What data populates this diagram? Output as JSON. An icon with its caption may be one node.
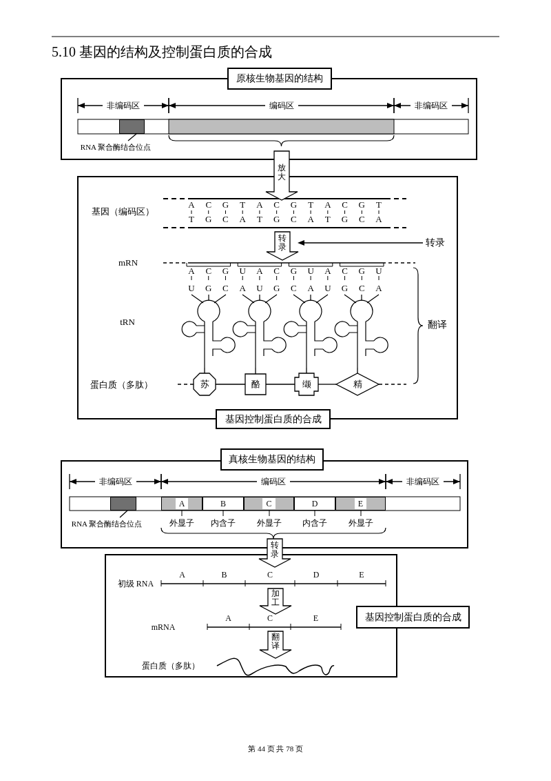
{
  "diagram": {
    "title": "5.10 基因的结构及控制蛋白质的合成",
    "nodes": [
      {
        "text": [
          "原核生物基因的结构"
        ]
      },
      {
        "text": [],
        "shape": "box",
        "in": 0
      },
      {
        "text": [
          "RNA 聚合酶结合位点"
        ],
        "in": 0
      },
      {
        "text": [
          "基因控制蛋白质的合成"
        ]
      },
      {
        "text": [
          "A",
          "C",
          "G",
          "T",
          "A",
          "C",
          "G",
          "T",
          "A",
          "C",
          "G",
          "T",
          "T",
          "G",
          "C",
          "A",
          "T",
          "G",
          "C",
          "A",
          "T",
          "G",
          "C",
          "A"
        ],
        "beside": [
          "基因（编码区）"
        ],
        "in": 3
      },
      {
        "text": [
          "A",
          "C",
          "G",
          "U",
          "A",
          "C",
          "G",
          "U",
          "A",
          "C",
          "G",
          "U"
        ],
        "beside": [
          "mRN"
        ],
        "in": 3
      },
      {
        "text": [
          "转录"
        ],
        "in": 3
      },
      {
        "text": [
          "U",
          "G",
          "C"
        ],
        "in": 3
      },
      {
        "text": [
          "A",
          "U",
          "G"
        ],
        "in": 3
      },
      {
        "text": [
          "C",
          "A",
          "U"
        ],
        "in": 3
      },
      {
        "text": [
          "G",
          "C",
          "A"
        ],
        "in": 3
      },
      {
        "text": [
          "苏"
        ],
        "in": 3
      },
      {
        "text": [
          "酪"
        ],
        "in": 3
      },
      {
        "text": [
          "缬"
        ],
        "in": 3
      },
      {
        "text": [
          "精"
        ],
        "in": 3
      },
      {
        "text": [
          "真核生物基因的结构"
        ]
      },
      {
        "text": [],
        "shape": "box",
        "in": 15
      },
      {
        "text": [
          "RNA 聚合酶结合位点"
        ],
        "in": 15
      },
      {
        "text": [
          "A"
        ],
        "beside": [
          "外显子"
        ],
        "in": 15
      },
      {
        "text": [
          "B"
        ],
        "beside": [
          "内含子"
        ],
        "in": 15
      },
      {
        "text": [
          "C"
        ],
        "beside": [
          "外显子"
        ],
        "in": 15
      },
      {
        "text": [
          "D"
        ],
        "beside": [
          "内含子"
        ],
        "in": 15
      },
      {
        "text": [
          "E"
        ],
        "beside": [
          "外显子"
        ],
        "in": 15
      },
      {
        "text": [
          "基因控制蛋白质的合成"
        ]
      },
      {
        "text": [
          "A",
          "B",
          "C",
          "D",
          "E"
        ],
        "beside": [
          "初级 RNA"
        ],
        "in": 23
      },
      {
        "text": [
          "A",
          "C",
          "E"
        ],
        "beside": [
          "mRNA"
        ],
        "in": 23
      },
      {
        "text": [],
        "shape": "line",
        "beside": [
          "蛋白质（多肽）"
        ],
        "in": 23
      }
    ],
    "edges": [
      {
        "from": 0,
        "to": 3,
        "arrow": "to",
        "label": "放大"
      },
      {
        "from": 2,
        "to": 1,
        "arrow": "none"
      },
      {
        "from": 4,
        "to": 5,
        "arrow": "to",
        "label": "转录"
      },
      {
        "from": 6,
        "to": null,
        "arrow": "to"
      },
      {
        "from": 7,
        "to": 11,
        "arrow": "none"
      },
      {
        "from": 8,
        "to": 12,
        "arrow": "none"
      },
      {
        "from": 9,
        "to": 13,
        "arrow": "none"
      },
      {
        "from": 10,
        "to": 14,
        "arrow": "none"
      },
      {
        "from": null,
        "to": 11,
        "arrow": "none",
        "style": "dashed"
      },
      {
        "from": 11,
        "to": 12,
        "arrow": "none"
      },
      {
        "from": 12,
        "to": 13,
        "arrow": "none"
      },
      {
        "from": 13,
        "to": 14,
        "arrow": "none"
      },
      {
        "from": 14,
        "to": null,
        "arrow": "none",
        "style": "dashed"
      },
      {
        "from": 15,
        "to": 23,
        "arrow": "to",
        "label": "转录"
      },
      {
        "from": 17,
        "to": 16,
        "arrow": "none"
      },
      {
        "from": 24,
        "to": 25,
        "arrow": "to",
        "label": "加工"
      },
      {
        "from": 25,
        "to": 26,
        "arrow": "to",
        "label": "翻译"
      }
    ],
    "labels": [
      "非编码区",
      "编码区",
      "非编码区",
      "tRN",
      "翻译",
      "蛋白质（多肽）",
      "非编码区",
      "编码区",
      "非编码区",
      "第 44 页 共 78 页"
    ]
  }
}
